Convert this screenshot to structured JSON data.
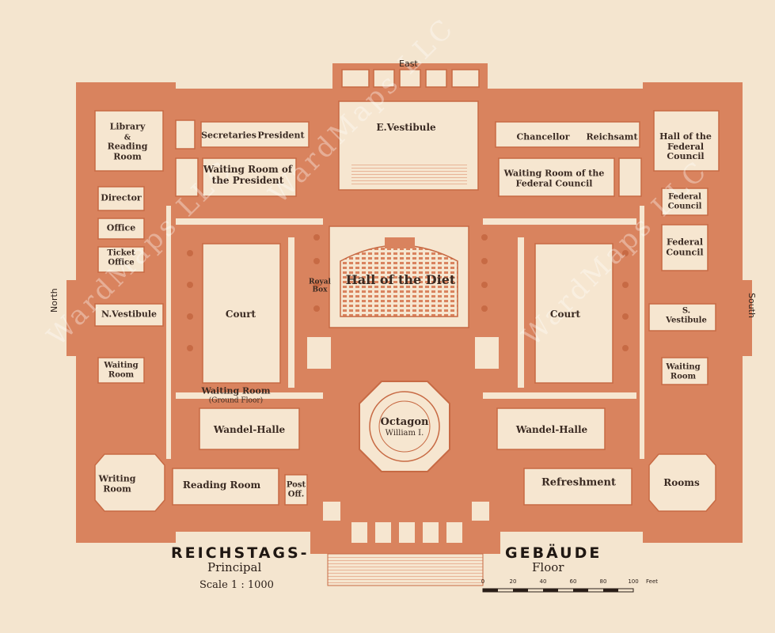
{
  "colors": {
    "paper": "#f4e5cf",
    "wall": "#d9835e",
    "wall_dark": "#c76a44",
    "text": "#2a1e18"
  },
  "directions": {
    "east": "East",
    "north": "North",
    "south": "South"
  },
  "rooms": {
    "library": [
      "Library",
      "&",
      "Reading",
      "Room"
    ],
    "secretaries": "Secretaries",
    "president": "President",
    "e_vestibule": "E.Vestibule",
    "chancellor": "Chancellor",
    "reichsamt": "Reichsamt",
    "hall_federal_council": [
      "Hall of the",
      "Federal",
      "Council"
    ],
    "waiting_president": [
      "Waiting Room of",
      "the President"
    ],
    "waiting_federal": [
      "Waiting Room of the",
      "Federal Council"
    ],
    "director": "Director",
    "office": "Office",
    "ticket_office": [
      "Ticket",
      "Office"
    ],
    "federal_council_1": [
      "Federal",
      "Council"
    ],
    "federal_council_2": [
      "Federal",
      "Council"
    ],
    "royal_box": [
      "Royal",
      "Box"
    ],
    "hall_diet": "Hall of the Diet",
    "court_left": "Court",
    "court_right": "Court",
    "n_vestibule": "N.Vestibule",
    "s_vestibule": [
      "S.",
      "Vestibule"
    ],
    "waiting_left": [
      "Waiting",
      "Room"
    ],
    "waiting_right": [
      "Waiting",
      "Room"
    ],
    "waiting_ground": "Waiting Room",
    "ground_floor": "(Ground Floor)",
    "octagon": "Octagon",
    "william": "William I.",
    "wandel_left": "Wandel-Halle",
    "wandel_right": "Wandel-Halle",
    "writing_room": [
      "Writing",
      "Room"
    ],
    "reading_room": "Reading Room",
    "post_off": [
      "Post",
      "Off."
    ],
    "refreshment": "Refreshment",
    "rooms": "Rooms"
  },
  "legend": {
    "title_left": "REICHSTAGS-",
    "title_right": "GEBÄUDE",
    "sub_left": "Principal",
    "sub_right": "Floor",
    "scale": "Scale 1 : 1000",
    "scale_ticks": [
      "0",
      "20",
      "40",
      "60",
      "80",
      "100"
    ],
    "scale_unit": "Feet"
  },
  "watermark": "WardMaps LLC"
}
